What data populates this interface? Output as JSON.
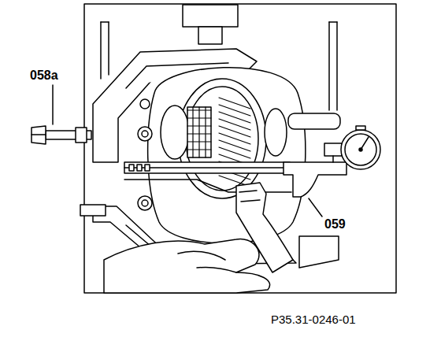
{
  "diagram": {
    "labels": [
      "058a",
      "059",
      "P35.31-0246-01"
    ]
  }
}
